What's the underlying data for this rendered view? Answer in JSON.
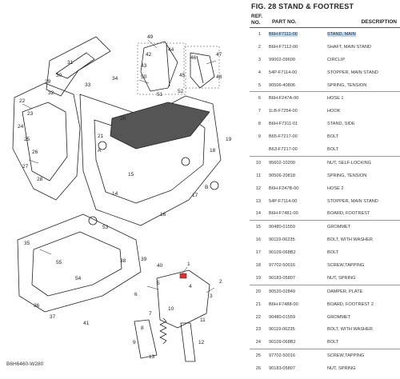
{
  "figure": {
    "title": "FIG. 28  STAND & FOOTREST",
    "code": "B6H6460-W280"
  },
  "columns": {
    "ref_line1": "REF.",
    "ref_line2": "NO.",
    "part": "PART NO.",
    "description": "DESCRIPTION"
  },
  "parts": [
    {
      "ref": "1",
      "part": "B6H-F7111-00",
      "desc": "STAND, MAIN",
      "highlight": true,
      "sep": false
    },
    {
      "ref": "2",
      "part": "B6H-F7112-00",
      "desc": "SHAFT, MAIN STAND",
      "highlight": false,
      "sep": false
    },
    {
      "ref": "3",
      "part": "99002-09600",
      "desc": "CIRCLIP",
      "highlight": false,
      "sep": false
    },
    {
      "ref": "4",
      "part": "54P-F7114-00",
      "desc": "STOPPER, MAIN STAND",
      "highlight": false,
      "sep": false
    },
    {
      "ref": "5",
      "part": "90506-40806",
      "desc": "SPRING, TENSION",
      "highlight": false,
      "sep": false
    },
    {
      "ref": "6",
      "part": "B6H-F247A-00",
      "desc": "HOSE 1",
      "highlight": false,
      "sep": true
    },
    {
      "ref": "7",
      "part": "1LB-F7254-00",
      "desc": "HOOK",
      "highlight": false,
      "sep": false
    },
    {
      "ref": "8",
      "part": "B6H-F7311-01",
      "desc": "STAND, SIDE",
      "highlight": false,
      "sep": false
    },
    {
      "ref": "9",
      "part": "B65-F7217-00",
      "desc": "BOLT",
      "highlight": false,
      "sep": false
    },
    {
      "ref": "",
      "part": "B63-F7217-00",
      "desc": "BOLT",
      "highlight": false,
      "sep": false
    },
    {
      "ref": "10",
      "part": "95602-10200",
      "desc": "NUT, SELF-LOCKING",
      "highlight": false,
      "sep": true
    },
    {
      "ref": "11",
      "part": "90506-20818",
      "desc": "SPRING, TENSION",
      "highlight": false,
      "sep": false
    },
    {
      "ref": "12",
      "part": "B6H-F247B-00",
      "desc": "HOSE 2",
      "highlight": false,
      "sep": false
    },
    {
      "ref": "13",
      "part": "54P-F7114-00",
      "desc": "STOPPER, MAIN STAND",
      "highlight": false,
      "sep": false
    },
    {
      "ref": "14",
      "part": "B6H-F7481-00",
      "desc": "BOARD, FOOTREST",
      "highlight": false,
      "sep": false
    },
    {
      "ref": "15",
      "part": "90480-01559",
      "desc": "GROMMET",
      "highlight": false,
      "sep": true
    },
    {
      "ref": "16",
      "part": "90119-06235",
      "desc": "BOLT, WITH WASHER",
      "highlight": false,
      "sep": false
    },
    {
      "ref": "17",
      "part": "90109-068B2",
      "desc": "BOLT",
      "highlight": false,
      "sep": false
    },
    {
      "ref": "18",
      "part": "97702-50016",
      "desc": "SCREW,TAPPING",
      "highlight": false,
      "sep": false
    },
    {
      "ref": "19",
      "part": "90183-05807",
      "desc": "NUT, SPRING",
      "highlight": false,
      "sep": false
    },
    {
      "ref": "20",
      "part": "90520-02849",
      "desc": "DAMPER, PLATE",
      "highlight": false,
      "sep": true
    },
    {
      "ref": "21",
      "part": "B6H-F7488-00",
      "desc": "BOARD, FOOTREST 2",
      "highlight": false,
      "sep": false
    },
    {
      "ref": "22",
      "part": "90480-01559",
      "desc": "GROMMET",
      "highlight": false,
      "sep": false
    },
    {
      "ref": "23",
      "part": "90119-06235",
      "desc": "BOLT, WITH WASHER",
      "highlight": false,
      "sep": false
    },
    {
      "ref": "24",
      "part": "90109-068B2",
      "desc": "BOLT",
      "highlight": false,
      "sep": false
    },
    {
      "ref": "25",
      "part": "97702-50016",
      "desc": "SCREW,TAPPING",
      "highlight": false,
      "sep": true
    },
    {
      "ref": "26",
      "part": "90183-05807",
      "desc": "NUT, SPRING",
      "highlight": false,
      "sep": false
    }
  ],
  "callouts": [
    "49",
    "50",
    "51",
    "52",
    "42",
    "43",
    "44",
    "45",
    "46",
    "47",
    "48",
    "22",
    "23",
    "24",
    "25",
    "26",
    "27",
    "28",
    "29",
    "30",
    "31",
    "32",
    "33",
    "34",
    "35",
    "36",
    "37",
    "38",
    "39",
    "40",
    "41",
    "53",
    "54",
    "55",
    "1",
    "2",
    "3",
    "4",
    "5",
    "6",
    "7",
    "8",
    "9",
    "10",
    "11",
    "12",
    "13",
    "14",
    "15",
    "16",
    "17",
    "18",
    "19",
    "20",
    "21",
    "A",
    "B"
  ],
  "colors": {
    "highlight": "#bcd7f0",
    "marker": "#e53030",
    "line": "#222222"
  }
}
